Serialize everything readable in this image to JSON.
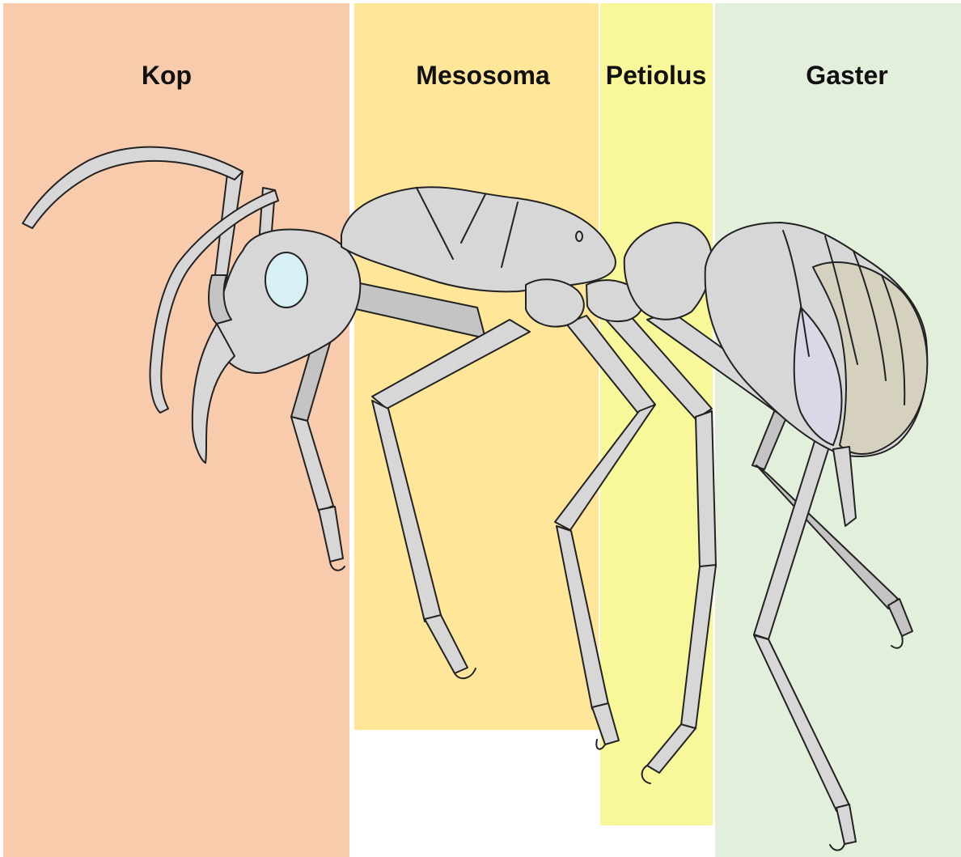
{
  "diagram": {
    "regions": [
      {
        "id": "head",
        "label": "Kop",
        "color": "#f8cbad"
      },
      {
        "id": "mesosoma",
        "label": "Mesosoma",
        "color": "#ffe699"
      },
      {
        "id": "petiolus",
        "label": "Petiolus",
        "color": "#f8f89a"
      },
      {
        "id": "gaster",
        "label": "Gaster",
        "color": "#e2efda"
      }
    ],
    "colors": {
      "body": "#d7d7d7",
      "body_shade": "#c4c4c4",
      "outline": "#222222",
      "eye": "#d6f0f6",
      "gaster_tint_1": "#d6d1bf",
      "gaster_tint_2": "#dcd7e6"
    }
  }
}
